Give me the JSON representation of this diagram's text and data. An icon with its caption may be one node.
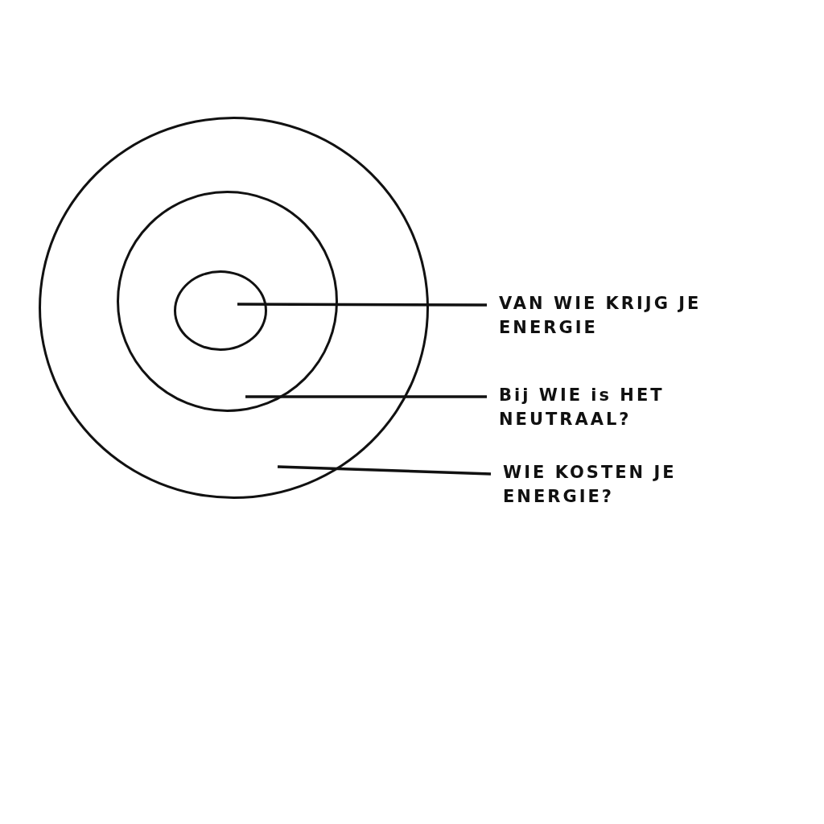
{
  "diagram": {
    "nodes": [
      {
        "text": [],
        "shape": "circle"
      },
      {
        "text": [],
        "shape": "circle",
        "in": 0
      },
      {
        "text": [],
        "shape": "circle",
        "in": 1
      },
      {
        "text": [
          "VAN WIE KRIJG JE ENERGIE"
        ]
      },
      {
        "text": [
          "Bij WIE is HET NEUTRAAL?"
        ]
      },
      {
        "text": [
          "WIE KOSTEN JE ENERGIE?"
        ]
      }
    ],
    "edges": [
      {
        "from": 3,
        "to": 2,
        "arrow": "none"
      },
      {
        "from": 4,
        "to": 1,
        "arrow": "none"
      },
      {
        "from": 5,
        "to": 0,
        "arrow": "none"
      }
    ]
  }
}
